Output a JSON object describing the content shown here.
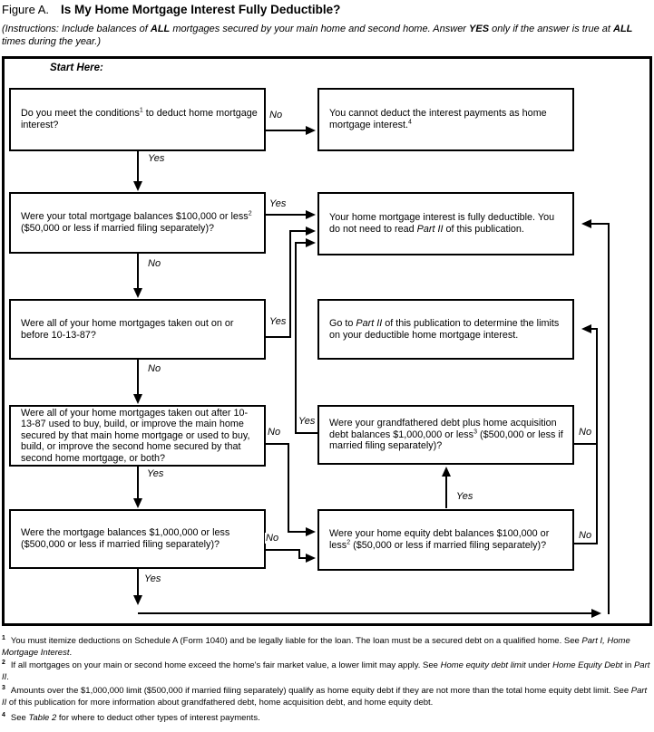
{
  "title": {
    "figure_label": "Figure A.",
    "text": "Is My Home Mortgage Interest Fully Deductible?"
  },
  "instructions_parts": [
    {
      "t": "(Instructions: Include balances of "
    },
    {
      "t": "ALL",
      "s": "b"
    },
    {
      "t": " mortgages secured by your main home and second home. Answer "
    },
    {
      "t": "YES",
      "s": "b"
    },
    {
      "t": " only if the answer is true at "
    },
    {
      "t": "ALL",
      "s": "b"
    },
    {
      "t": " times during the year.)"
    }
  ],
  "flowchart": {
    "start_here": "Start Here:",
    "labels": {
      "yes": "Yes",
      "no": "No"
    },
    "nodes": {
      "q_conditions": {
        "parts": [
          {
            "t": "Do you meet the conditions"
          },
          {
            "t": "1",
            "s": "sup"
          },
          {
            "t": " to deduct home mortgage interest?"
          }
        ]
      },
      "r_cannot_deduct": {
        "parts": [
          {
            "t": "You cannot deduct the interest payments as home mortgage interest."
          },
          {
            "t": "4",
            "s": "sup"
          }
        ]
      },
      "q_total_balances_100k": {
        "parts": [
          {
            "t": "Were your total mortgage balances $100,000 or less"
          },
          {
            "t": "2",
            "s": "sup"
          },
          {
            "t": " ($50,000 or less if married filing separately)?"
          }
        ]
      },
      "r_fully_deductible": {
        "parts": [
          {
            "t": "Your home mortgage interest is fully deductible. You do not need to read "
          },
          {
            "t": "Part II",
            "s": "i"
          },
          {
            "t": " of this publication."
          }
        ]
      },
      "q_before_10_13_87": {
        "parts": [
          {
            "t": "Were all of your home mortgages taken out on or before 10-13-87?"
          }
        ]
      },
      "r_go_to_part2": {
        "parts": [
          {
            "t": "Go to "
          },
          {
            "t": "Part II",
            "s": "i"
          },
          {
            "t": " of this publication to determine the limits on your deductible home mortgage interest."
          }
        ]
      },
      "q_after_10_13_87_use": {
        "parts": [
          {
            "t": "Were all of your home mortgages taken out after 10-13-87 used to buy, build, or improve the main home secured by that main home mortgage or used to buy, build, or improve the second home secured by that second home mortgage, or both?"
          }
        ]
      },
      "q_grandfathered_plus_acquisition": {
        "parts": [
          {
            "t": "Were your grandfathered debt plus home acquisition debt balances $1,000,000 or less"
          },
          {
            "t": "3",
            "s": "sup"
          },
          {
            "t": " ($500,000 or less if married filing separately)?"
          }
        ]
      },
      "q_balances_1m": {
        "parts": [
          {
            "t": "Were the mortgage balances $1,000,000 or less ($500,000 or less if married filing separately)?"
          }
        ]
      },
      "q_home_equity_100k": {
        "parts": [
          {
            "t": "Were your home equity debt balances $100,000 or less"
          },
          {
            "t": "2",
            "s": "sup"
          },
          {
            "t": " ($50,000 or less if married filing separately)?"
          }
        ]
      }
    }
  },
  "footnotes": [
    {
      "num": "1",
      "parts": [
        {
          "t": "You must itemize deductions on Schedule A (Form 1040) and be legally liable for the loan. The loan must be a secured debt on a qualified home. See "
        },
        {
          "t": "Part I, Home Mortgage Interest",
          "s": "i"
        },
        {
          "t": "."
        }
      ]
    },
    {
      "num": "2",
      "parts": [
        {
          "t": "If all mortgages on your main or second home exceed the home's fair market value, a lower limit may apply. See "
        },
        {
          "t": "Home equity debt limit",
          "s": "i"
        },
        {
          "t": " under "
        },
        {
          "t": "Home Equity Debt",
          "s": "i"
        },
        {
          "t": " in "
        },
        {
          "t": "Part II",
          "s": "i"
        },
        {
          "t": "."
        }
      ]
    },
    {
      "num": "3",
      "parts": [
        {
          "t": "Amounts over the $1,000,000 limit ($500,000 if married filing separately) qualify as home equity debt if they are not more than the total home equity debt limit. See "
        },
        {
          "t": "Part II",
          "s": "i"
        },
        {
          "t": " of this publication for more information about grandfathered debt, home acquisition debt, and home equity debt."
        }
      ]
    },
    {
      "num": "4",
      "parts": [
        {
          "t": "See "
        },
        {
          "t": "Table 2",
          "s": "i"
        },
        {
          "t": " for where to deduct other types of interest payments."
        }
      ]
    }
  ]
}
